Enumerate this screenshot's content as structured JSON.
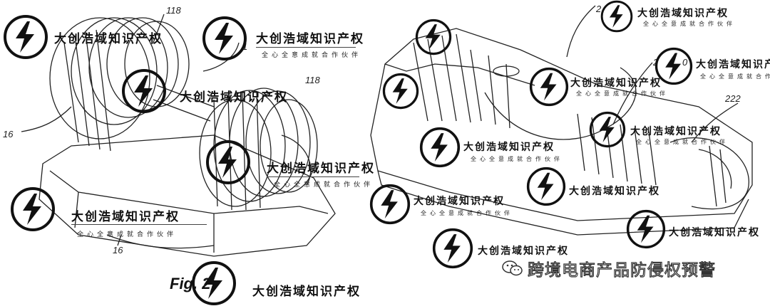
{
  "figure": {
    "label": "Fig. 2"
  },
  "reference_numerals": {
    "left": [
      "118",
      "1",
      "118",
      "16",
      "16"
    ],
    "right": [
      "2",
      "2",
      "0",
      "222"
    ]
  },
  "watermark": {
    "line1": "大创浩域知识产权",
    "line2": "全心全意成就合作伙伴",
    "icon": "dachuang-logo-icon"
  },
  "footer": {
    "wechat_icon": "wechat-icon",
    "account_name": "跨境电商产品防侵权预警"
  },
  "colors": {
    "ink": "#111111",
    "paper": "#ffffff",
    "footer_outline": "#333333"
  }
}
